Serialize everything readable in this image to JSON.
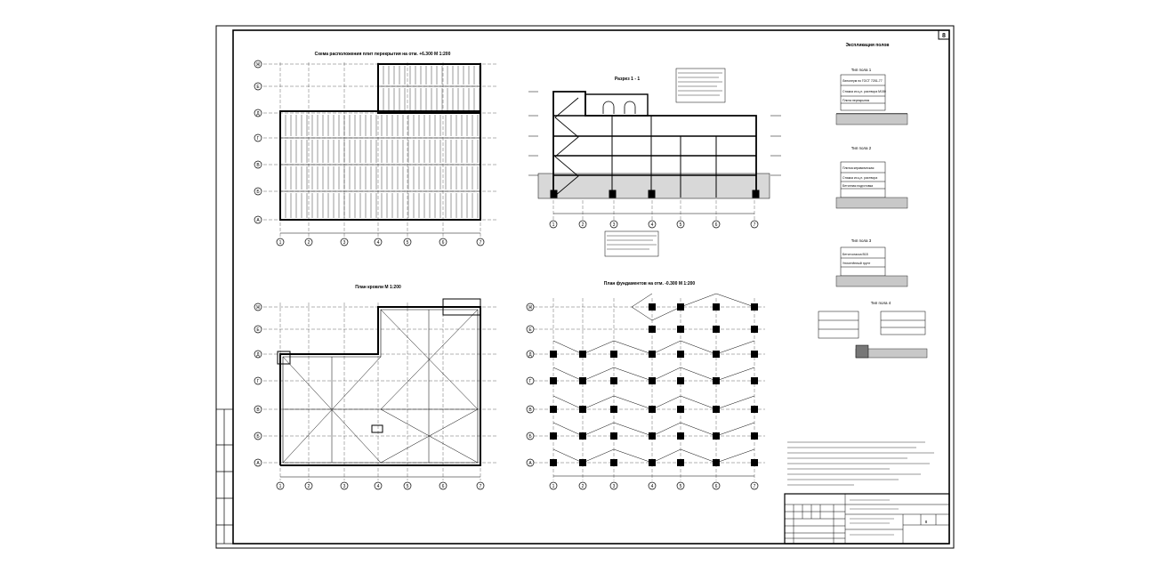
{
  "sheet": {
    "corner_mark": "8"
  },
  "plan_top_left": {
    "title": "Схема расположения плит перекрытия на отм. +6.300 М 1:200",
    "axis_columns": [
      "1",
      "2",
      "3",
      "4",
      "5",
      "6",
      "7"
    ],
    "axis_rows": [
      "Ж",
      "Е",
      "Д",
      "Г",
      "В",
      "Б",
      "А"
    ]
  },
  "section": {
    "title": "Разрез 1 - 1",
    "axis_columns": [
      "1",
      "2",
      "3",
      "4",
      "5",
      "6",
      "7"
    ]
  },
  "roof_plan": {
    "title": "План кровли М 1:200",
    "axis_columns": [
      "1",
      "2",
      "3",
      "4",
      "5",
      "6",
      "7"
    ],
    "axis_rows": [
      "Ж",
      "Е",
      "Д",
      "Г",
      "В",
      "Б",
      "А"
    ]
  },
  "foundation_plan": {
    "title": "План фундаментов на отм. -0.300 М 1:200",
    "axis_columns": [
      "1",
      "2",
      "3",
      "4",
      "5",
      "6",
      "7"
    ],
    "axis_rows": [
      "Ж",
      "Е",
      "Д",
      "Г",
      "В",
      "Б",
      "А"
    ]
  },
  "floors_table": {
    "title": "Экспликация полов",
    "type1": {
      "label": "Тип пола 1",
      "lines": [
        "Линолеум по ГОСТ 7251-77",
        "Стяжка из ц.п. раствора М150",
        "Плита перекрытия"
      ]
    },
    "type2": {
      "label": "Тип пола 2",
      "lines": [
        "Плитка керамическая",
        "Стяжка из ц.п. раствора",
        "Бетонная подготовка"
      ]
    },
    "type3": {
      "label": "Тип пола 3",
      "lines": [
        "Бетон класса В15",
        "Уплотнённый грунт"
      ]
    },
    "type4": {
      "label": "Тип пола 4"
    }
  },
  "title_block": {
    "sheet_number": "8"
  }
}
